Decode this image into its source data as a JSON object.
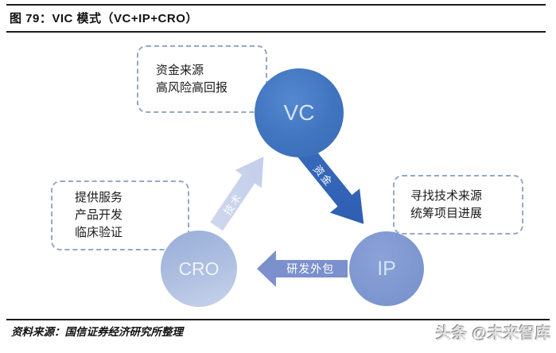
{
  "header": {
    "title": "图 79：VIC 模式（VC+IP+CRO）"
  },
  "nodes": {
    "vc": {
      "label": "VC"
    },
    "ip": {
      "label": "IP"
    },
    "cro": {
      "label": "CRO"
    }
  },
  "notes": {
    "vc": {
      "lines": [
        "资金来源",
        "高风险高回报"
      ]
    },
    "ip": {
      "lines": [
        "寻找技术来源",
        "统筹项目进展"
      ]
    },
    "cro": {
      "lines": [
        "提供服务",
        "产品开发",
        "临床验证"
      ]
    }
  },
  "arrows": {
    "vc_to_ip": {
      "label": "资金"
    },
    "ip_to_cro": {
      "label": "研发外包"
    },
    "cro_to_vc": {
      "label": "技术"
    }
  },
  "footer": {
    "source": "资料来源：国信证券经济研究所整理",
    "watermark": "头条 @未来智库"
  },
  "colors": {
    "vc_circle": "#4074bf",
    "ip_circle": "#7e97d0",
    "cro_circle": "#afc0e1",
    "arrow_dark": "#2f63b7",
    "arrow_mid": "#7b90cd",
    "arrow_light": "#cad3ec",
    "dashed_border": "#94a8c7",
    "rule": "#1b1b1b"
  }
}
